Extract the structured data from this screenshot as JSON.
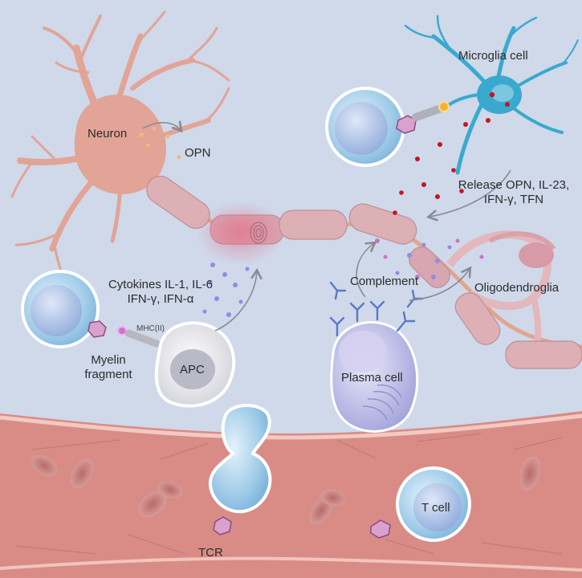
{
  "labels": {
    "neuron": "Neuron",
    "opn": "OPN",
    "microglia_cell": "Microglia cell",
    "release_line1": "Release OPN, IL-23,",
    "release_line2": "IFN-γ, TFN",
    "cytokines_line1": "Cytokines IL-1, IL-6",
    "cytokines_line2": "IFN-γ, IFN-α",
    "complement": "Complement",
    "oligodendroglia": "Oligodendroglia",
    "mhc": "MHC(II)",
    "myelin_line1": "Myelin",
    "myelin_line2": "fragment",
    "apc": "APC",
    "plasma_cell": "Plasma cell",
    "t_cell": "T cell",
    "tcr": "TCR"
  },
  "colors": {
    "background": "#cfd9ea",
    "neuron": "#e2a496",
    "microglia": "#3aa9cf",
    "axon": "#d9a8ae",
    "blood_vessel": "#cf7d79",
    "t_cell": "#a9d2ea",
    "apc": "#e8e8ec",
    "plasma_cell": "#b8b9e6",
    "cytokine_dot": "#8f8de0",
    "release_dot": "#c8141e",
    "complement_antibody": "#5b78c8"
  }
}
